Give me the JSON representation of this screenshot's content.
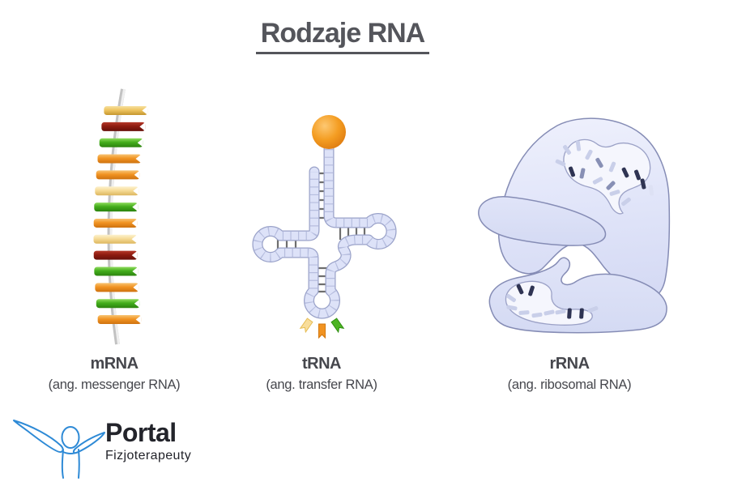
{
  "title": "Rodzaje RNA",
  "figures": {
    "mrna": {
      "label": "mRNA",
      "sublabel": "(ang. messenger RNA)"
    },
    "trna": {
      "label": "tRNA",
      "sublabel": "(ang. transfer RNA)"
    },
    "rrna": {
      "label": "rRNA",
      "sublabel": "(ang. ribosomal RNA)"
    }
  },
  "logo": {
    "title": "Portal",
    "subtitle": "Fizjoterapeuty"
  },
  "mrna_illustration": {
    "bar_sequence": [
      "amber",
      "darkred",
      "green",
      "orange",
      "orange",
      "cream",
      "green",
      "orange",
      "cream",
      "darkred",
      "green",
      "orange",
      "green",
      "orange"
    ]
  },
  "trna_illustration": {
    "amino_acid": "orange-ball",
    "anticodon_tab_colors": [
      "cream",
      "orange",
      "green"
    ]
  },
  "palette": {
    "amber": "#eec45f",
    "darkred": "#8e1b10",
    "green": "#43ad1c",
    "orange": "#f19322",
    "cream": "#f6db96",
    "ribbon_gray": "#c9c9c9",
    "strand_fill": "#dde2f8",
    "strand_border": "#9aa2c9",
    "rung_gray": "#6e6e6e",
    "ribosome_fill": "#dde2f7",
    "ribosome_outline": "#858cb5",
    "bar_dark": "#2f3453",
    "bar_mid": "#8890b5",
    "bar_light": "#c9cfe9",
    "title_color": "#54555b",
    "label_color": "#46474d",
    "logo_blue": "#2e8ad6",
    "logo_text": "#23242b"
  }
}
